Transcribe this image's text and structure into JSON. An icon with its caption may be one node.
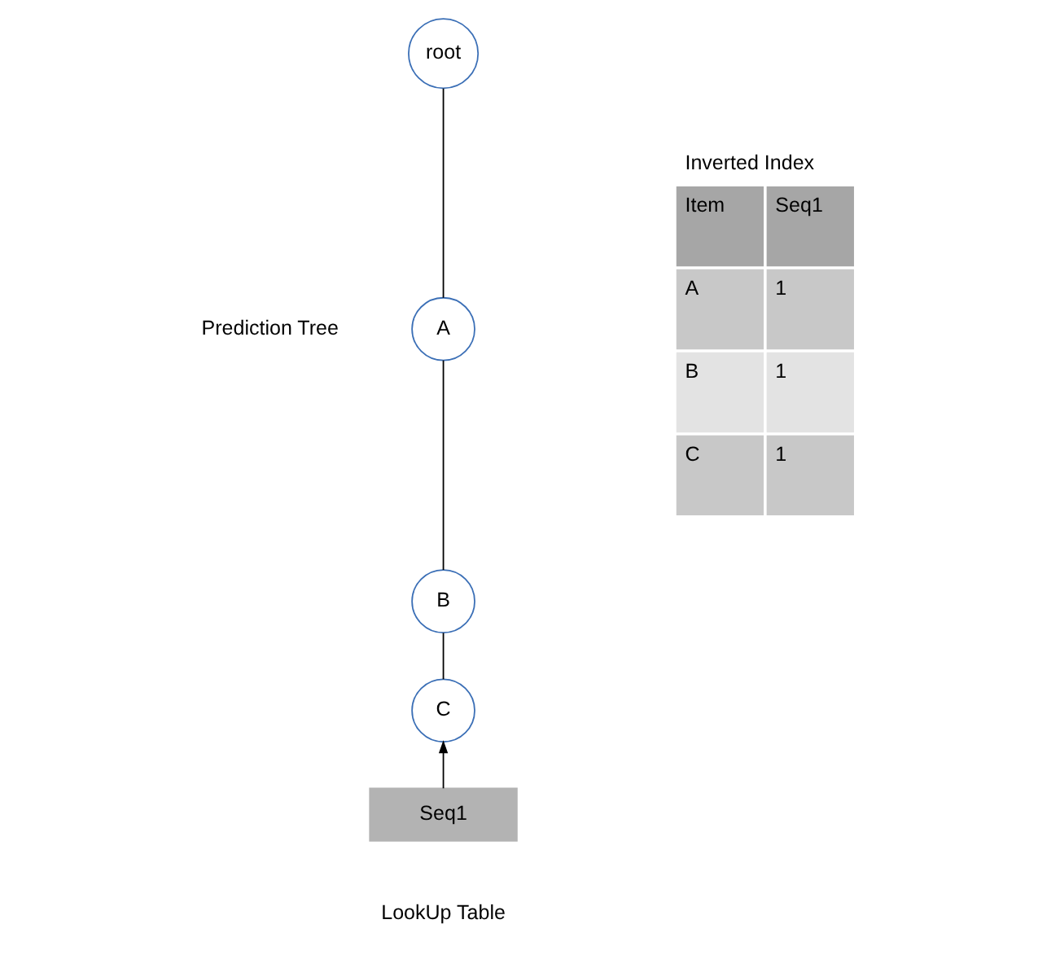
{
  "diagram": {
    "nodes": [
      {
        "text": [
          "root"
        ]
      },
      {
        "text": [
          "A"
        ]
      },
      {
        "text": [
          "B"
        ]
      },
      {
        "text": [
          "C"
        ]
      },
      {
        "text": [
          "Seq1"
        ]
      }
    ],
    "edges": [
      {
        "from": 0,
        "to": 1,
        "arrow": "none"
      },
      {
        "from": 1,
        "to": 2,
        "arrow": "none"
      },
      {
        "from": 2,
        "to": 3,
        "arrow": "none"
      },
      {
        "from": 4,
        "to": 3,
        "arrow": "to"
      }
    ],
    "labels": [
      "Prediction Tree",
      "Inverted Index",
      "Item",
      "Seq1",
      "A",
      "1",
      "B",
      "1",
      "C",
      "1",
      "LookUp Table"
    ]
  }
}
